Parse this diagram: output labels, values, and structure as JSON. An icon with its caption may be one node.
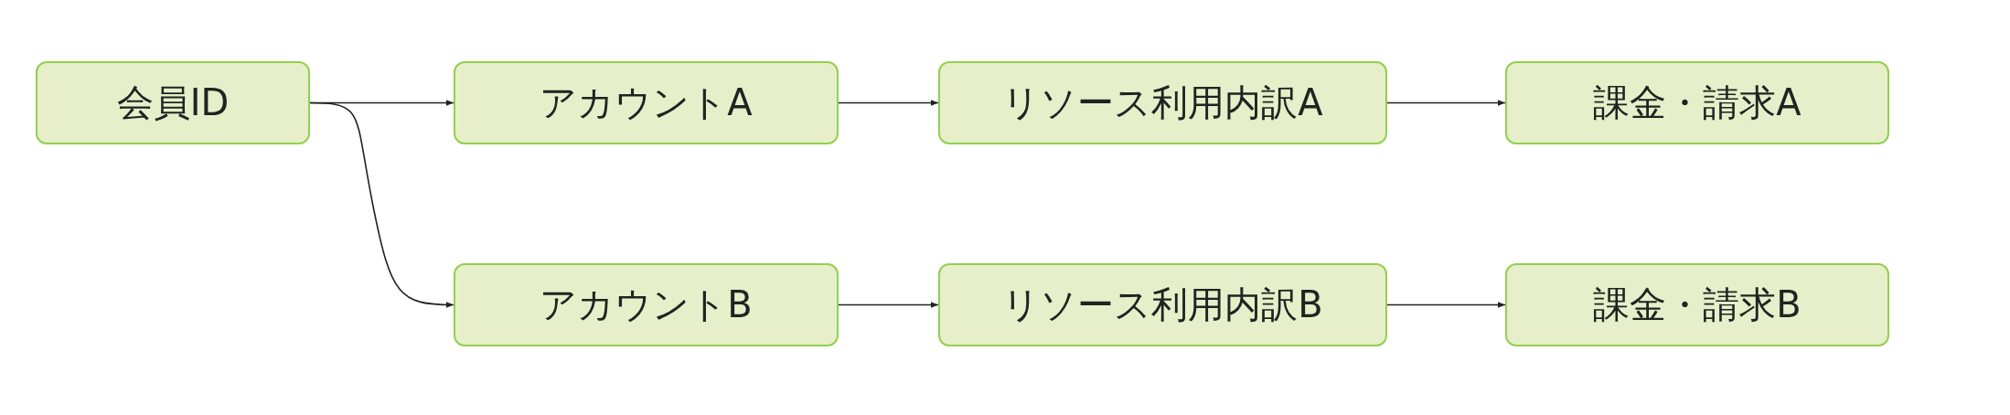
{
  "diagram": {
    "nodes": [
      {
        "text": [
          "会員ID"
        ]
      },
      {
        "text": [
          "アカウントA"
        ]
      },
      {
        "text": [
          "リソース利用内訳A"
        ]
      },
      {
        "text": [
          "課金・請求A"
        ]
      },
      {
        "text": [
          "アカウントB"
        ]
      },
      {
        "text": [
          "リソース利用内訳B"
        ]
      },
      {
        "text": [
          "課金・請求B"
        ]
      }
    ],
    "edges": [
      {
        "from": 0,
        "to": 1,
        "arrow": "to"
      },
      {
        "from": 1,
        "to": 2,
        "arrow": "to"
      },
      {
        "from": 2,
        "to": 3,
        "arrow": "to"
      },
      {
        "from": 0,
        "to": 4,
        "arrow": "to"
      },
      {
        "from": 4,
        "to": 5,
        "arrow": "to"
      },
      {
        "from": 5,
        "to": 6,
        "arrow": "to"
      }
    ]
  }
}
